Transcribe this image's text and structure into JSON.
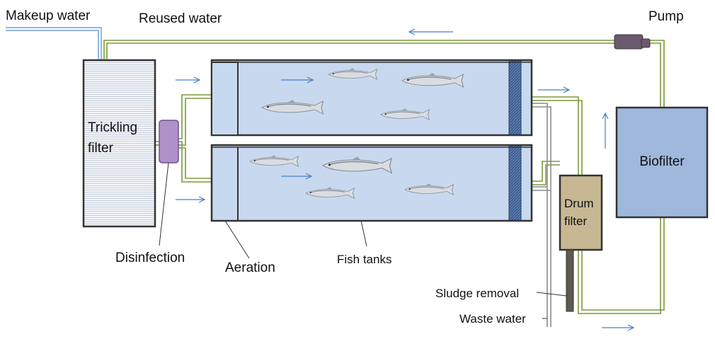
{
  "labels": {
    "makeup_water": "Makeup water",
    "reused_water": "Reused water",
    "pump": "Pump",
    "trickling_filter_line1": "Trickling",
    "trickling_filter_line2": "filter",
    "biofilter": "Biofilter",
    "drum_filter_line1": "Drum",
    "drum_filter_line2": "filter",
    "disinfection": "Disinfection",
    "aeration": "Aeration",
    "fish_tanks": "Fish tanks",
    "sludge_removal": "Sludge removal",
    "waste_water": "Waste water"
  },
  "colors": {
    "pipe_green": "#7a9a3a",
    "pipe_blue": "#6f9fd8",
    "tank_fill": "#c8d9ef",
    "biofilter_fill": "#9fb8dc",
    "drum_fill": "#c7b893",
    "disinfection_fill": "#b090c8",
    "pump_fill": "#6b5a6e",
    "screen_fill": "#3b5a8c",
    "arrow_blue": "#4a7fc1"
  }
}
